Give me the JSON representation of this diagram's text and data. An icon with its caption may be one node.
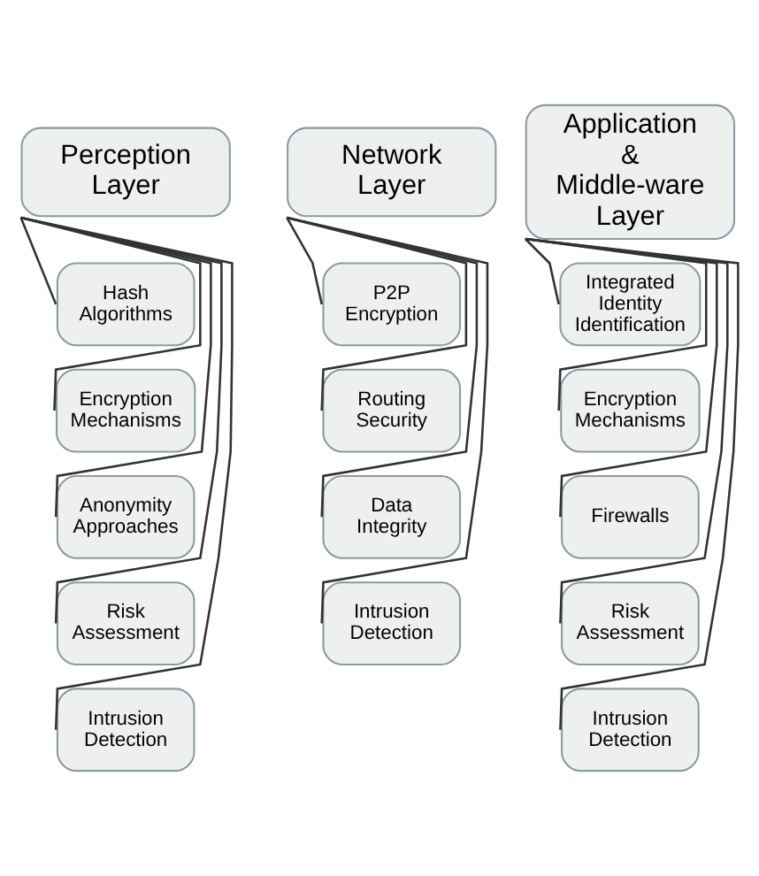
{
  "diagram": {
    "nodes": [
      {
        "text": [
          "Perception Layer"
        ]
      },
      {
        "text": [
          "Hash Algorithms"
        ]
      },
      {
        "text": [
          "Encryption Mechanisms"
        ]
      },
      {
        "text": [
          "Anonymity Approaches"
        ]
      },
      {
        "text": [
          "Risk Assessment"
        ]
      },
      {
        "text": [
          "Intrusion Detection"
        ]
      },
      {
        "text": [
          "Network Layer"
        ]
      },
      {
        "text": [
          "P2P Encryption"
        ]
      },
      {
        "text": [
          "Routing Security"
        ]
      },
      {
        "text": [
          "Data Integrity"
        ]
      },
      {
        "text": [
          "Intrusion Detection"
        ]
      },
      {
        "text": [
          "Application & Middle-ware Layer"
        ]
      },
      {
        "text": [
          "Integrated Identity Identification"
        ]
      },
      {
        "text": [
          "Encryption Mechanisms"
        ]
      },
      {
        "text": [
          "Firewalls"
        ]
      },
      {
        "text": [
          "Risk Assessment"
        ]
      },
      {
        "text": [
          "Intrusion Detection"
        ]
      }
    ],
    "edges": [
      {
        "from": 0,
        "to": 1,
        "arrow": "none"
      },
      {
        "from": 0,
        "to": 2,
        "arrow": "none"
      },
      {
        "from": 0,
        "to": 3,
        "arrow": "none"
      },
      {
        "from": 0,
        "to": 4,
        "arrow": "none"
      },
      {
        "from": 0,
        "to": 5,
        "arrow": "none"
      },
      {
        "from": 6,
        "to": 7,
        "arrow": "none"
      },
      {
        "from": 6,
        "to": 8,
        "arrow": "none"
      },
      {
        "from": 6,
        "to": 9,
        "arrow": "none"
      },
      {
        "from": 6,
        "to": 10,
        "arrow": "none"
      },
      {
        "from": 11,
        "to": 12,
        "arrow": "none"
      },
      {
        "from": 11,
        "to": 13,
        "arrow": "none"
      },
      {
        "from": 11,
        "to": 14,
        "arrow": "none"
      },
      {
        "from": 11,
        "to": 15,
        "arrow": "none"
      },
      {
        "from": 11,
        "to": 16,
        "arrow": "none"
      }
    ]
  }
}
